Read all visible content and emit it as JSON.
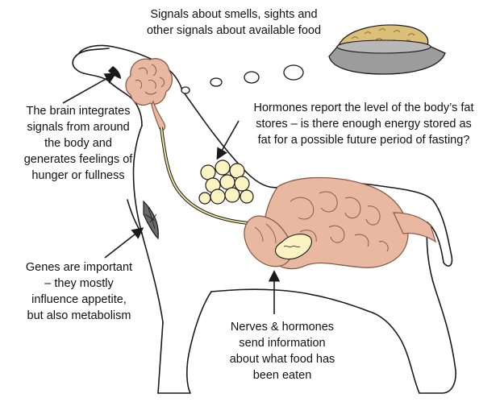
{
  "labels": {
    "signals_food": [
      "Signals about smells, sights and",
      "other signals about available food"
    ],
    "brain": [
      "The brain integrates",
      "signals from around",
      "the body and",
      "generates feelings of",
      "hunger or fullness"
    ],
    "hormones_fat": [
      "Hormones report the level of the body’s fat",
      "stores – is there enough energy stored as",
      "fat for a possible future period of fasting?"
    ],
    "genes": [
      "Genes are important",
      "– they mostly",
      "influence appetite,",
      "but also metabolism"
    ],
    "nerves": [
      "Nerves & hormones",
      "send information",
      "about what food has",
      "been eaten"
    ]
  },
  "colors": {
    "outline": "#1a1a1a",
    "organ_fill": "#e8b9a0",
    "organ_stroke": "#8a5a48",
    "fat_fill": "#fbf3c2",
    "nerve": "#e9e29a",
    "bowl_grey": "#9c9c9c",
    "food": "#dcc07a"
  }
}
